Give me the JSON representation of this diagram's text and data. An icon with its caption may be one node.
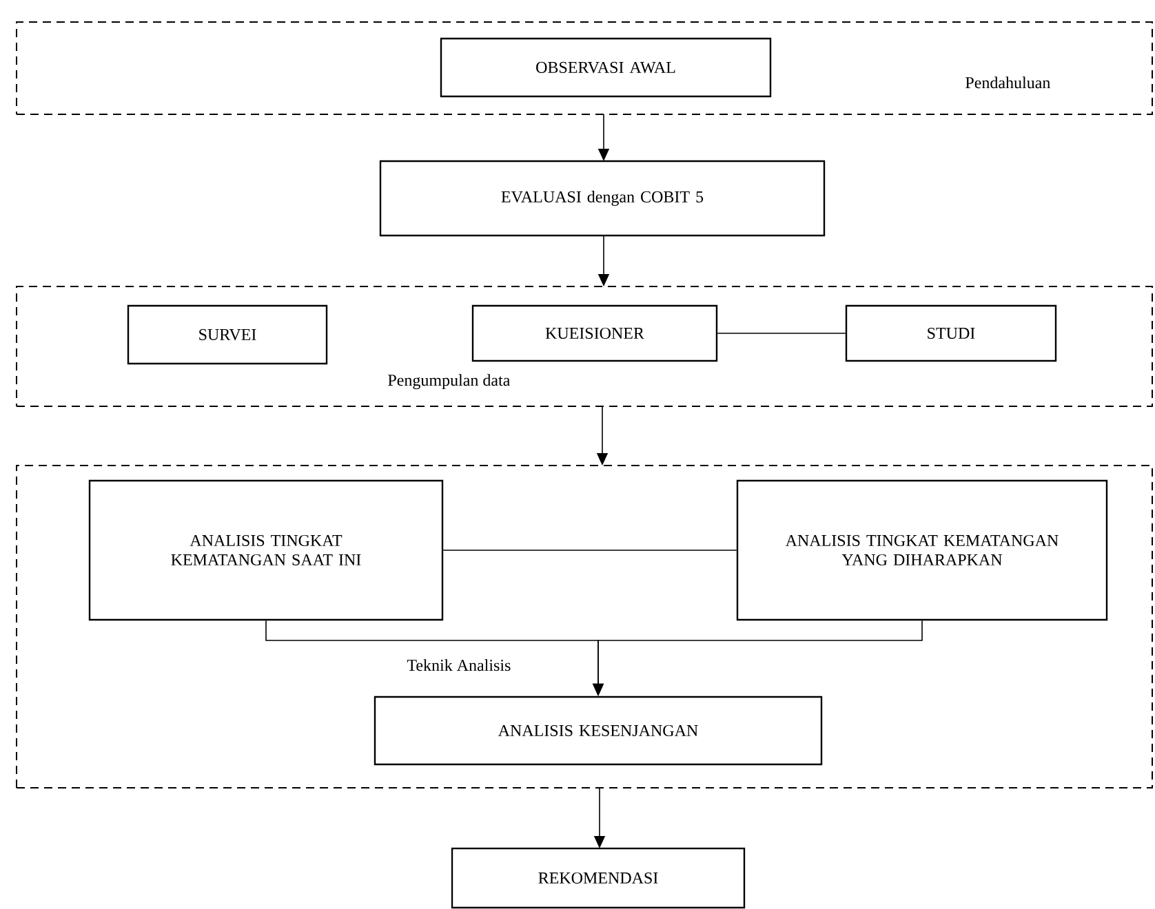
{
  "diagram": {
    "nodes": [
      {
        "text": [
          "Pendahuluan"
        ]
      },
      {
        "text": [
          "OBSERVASI AWAL"
        ],
        "in": 0
      },
      {
        "text": [
          "EVALUASI dengan COBIT 5"
        ]
      },
      {
        "text": [
          "Pengumpulan data"
        ]
      },
      {
        "text": [
          "SURVEI"
        ],
        "in": 3
      },
      {
        "text": [
          "KUEISIONER"
        ],
        "in": 3
      },
      {
        "text": [
          "STUDI"
        ],
        "in": 3
      },
      {
        "text": [
          "Teknik Analisis"
        ]
      },
      {
        "text": [
          "ANALISIS TINGKAT KEMATANGAN SAAT INI"
        ],
        "in": 7
      },
      {
        "text": [
          "ANALISIS TINGKAT KEMATANGAN YANG DIHARAPKAN"
        ],
        "in": 7
      },
      {
        "text": [
          "ANALISIS KESENJANGAN"
        ],
        "in": 7
      },
      {
        "text": [
          "REKOMENDASI"
        ]
      }
    ],
    "edges": [
      {
        "from": 0,
        "to": 2,
        "arrow": "to"
      },
      {
        "from": 2,
        "to": 3,
        "arrow": "to"
      },
      {
        "from": 5,
        "to": 6,
        "arrow": "none"
      },
      {
        "from": 3,
        "to": 7,
        "arrow": "to"
      },
      {
        "from": 8,
        "to": 9,
        "arrow": "none"
      },
      {
        "from": 8,
        "to": 10,
        "arrow": "to"
      },
      {
        "from": 9,
        "to": 10,
        "arrow": "to"
      },
      {
        "from": 7,
        "to": 11,
        "arrow": "to"
      }
    ]
  }
}
